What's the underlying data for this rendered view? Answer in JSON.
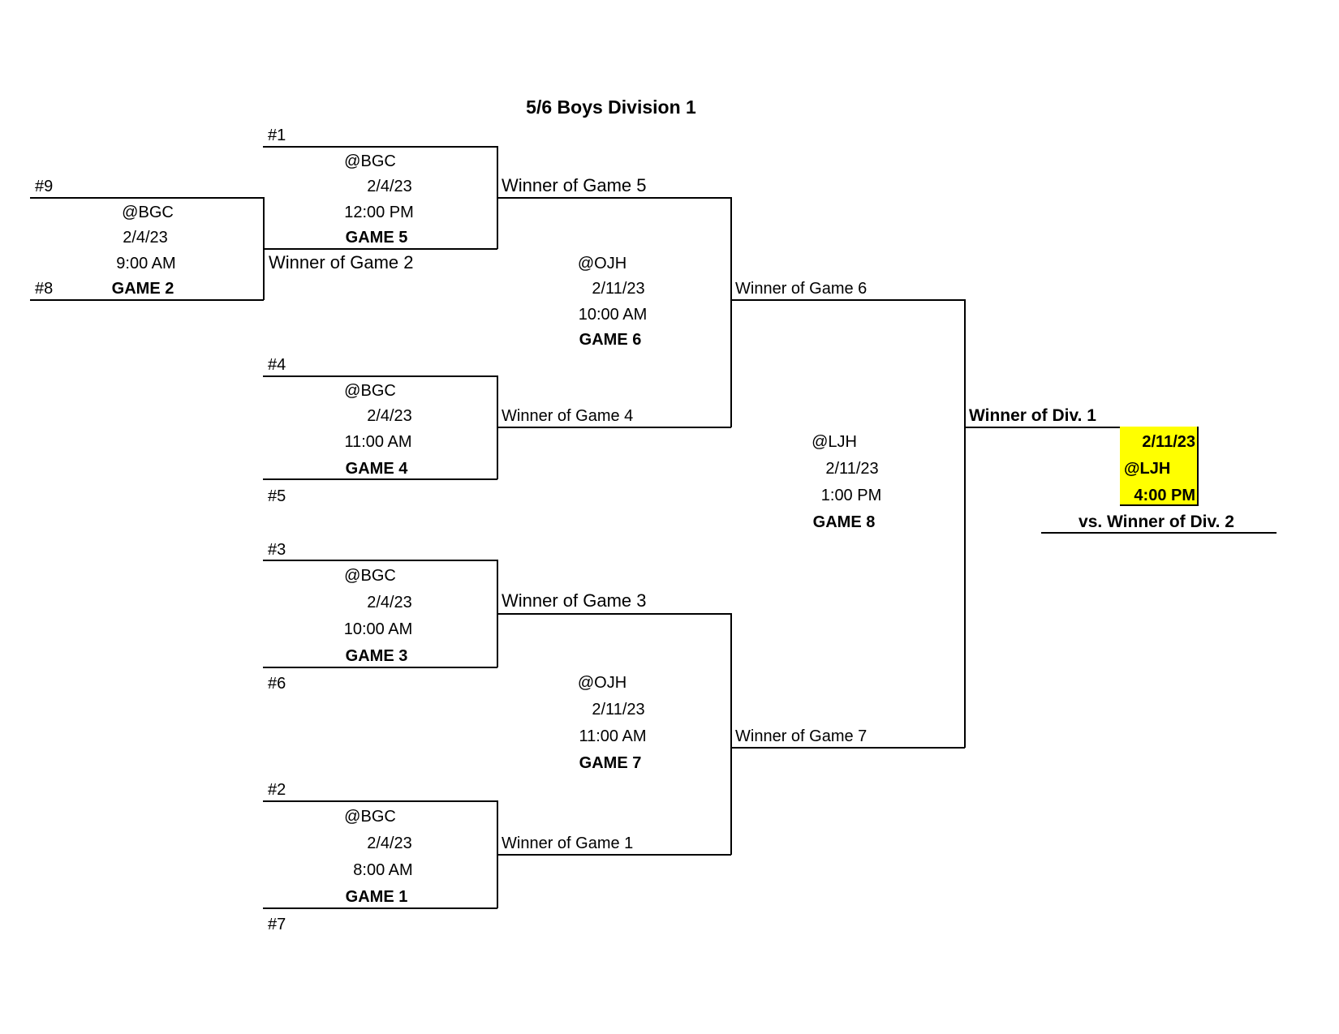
{
  "title": "5/6 Boys Division 1",
  "seeds": {
    "s1": "#1",
    "s2": "#2",
    "s3": "#3",
    "s4": "#4",
    "s5": "#5",
    "s6": "#6",
    "s7": "#7",
    "s8": "#8",
    "s9": "#9"
  },
  "games": {
    "game2": {
      "venue": "@BGC",
      "date": "2/4/23",
      "time": "9:00 AM",
      "label": "GAME 2"
    },
    "game5": {
      "venue": "@BGC",
      "date": "2/4/23",
      "time": "12:00 PM",
      "label": "GAME 5"
    },
    "game4": {
      "venue": "@BGC",
      "date": "2/4/23",
      "time": "11:00 AM",
      "label": "GAME 4"
    },
    "game3": {
      "venue": "@BGC",
      "date": "2/4/23",
      "time": "10:00 AM",
      "label": "GAME 3"
    },
    "game1": {
      "venue": "@BGC",
      "date": "2/4/23",
      "time": "8:00 AM",
      "label": "GAME 1"
    },
    "game6": {
      "venue": "@OJH",
      "date": "2/11/23",
      "time": "10:00 AM",
      "label": "GAME 6"
    },
    "game7": {
      "venue": "@OJH",
      "date": "2/11/23",
      "time": "11:00 AM",
      "label": "GAME 7"
    },
    "game8": {
      "venue": "@LJH",
      "date": "2/11/23",
      "time": "1:00 PM",
      "label": "GAME 8"
    }
  },
  "advance": {
    "w2": "Winner of Game 2",
    "w5": "Winner of Game 5",
    "w4": "Winner of Game 4",
    "w3": "Winner of Game 3",
    "w1": "Winner of Game 1",
    "w6": "Winner of Game 6",
    "w7": "Winner of Game 7",
    "div1": "Winner of Div. 1"
  },
  "final": {
    "date": "2/11/23",
    "venue": "@LJH",
    "time": "4:00 PM",
    "opponent": "vs. Winner of Div. 2",
    "highlight_color": "#ffff00"
  }
}
